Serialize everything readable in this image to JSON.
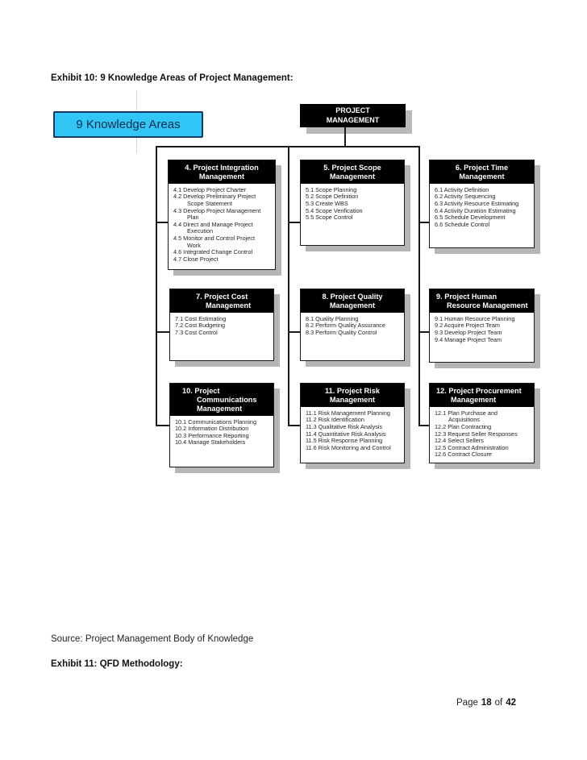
{
  "colors": {
    "accent_cyan": "#31c6f5",
    "callout_border": "#14395f",
    "header_bg": "#000000",
    "box_shadow_gray": "#b5b5b5",
    "connector_line": "#1a1a1a"
  },
  "page": {
    "title": "Exhibit 10: 9 Knowledge Areas of Project Management:",
    "source_note": "Source: Project Management Body of Knowledge",
    "next_exhibit_title": "Exhibit 11: QFD Methodology:",
    "footer": {
      "page_label": "Page",
      "current": "18",
      "of_label": "of",
      "total": "42"
    }
  },
  "diagram": {
    "callout_label": "9 Knowledge Areas",
    "root_title": "PROJECT\nMANAGEMENT",
    "boxes": [
      {
        "title": "4. Project Integration\nManagement",
        "items": [
          "4.1 Develop Project Charter",
          "4.2 Develop Preliminary Project\nScope Statement",
          "4.3 Develop Project Management\nPlan",
          "4.4 Direct and Manage Project\nExecution",
          "4.5 Monitor and Control Project\nWork",
          "4.6 Integrated Change Control",
          "4.7 Close Project"
        ]
      },
      {
        "title": "5. Project Scope\nManagement",
        "items": [
          "5.1 Scope Planning",
          "5.2 Scope Definition",
          "5.3 Create WBS",
          "5.4 Scope Verification",
          "5.5 Scope Control"
        ]
      },
      {
        "title": "6. Project Time\nManagement",
        "items": [
          "6.1 Activity Definition",
          "6.2 Activity Sequencing",
          "6.3 Activity Resource Estimating",
          "6.4 Activity Duration Estimating",
          "6.5 Schedule Development",
          "6.6 Schedule Control"
        ]
      },
      {
        "title": "7. Project Cost\nManagement",
        "items": [
          "7.1 Cost Estimating",
          "7.2 Cost Budgeting",
          "7.3 Cost Control"
        ]
      },
      {
        "title": "8. Project Quality\nManagement",
        "items": [
          "8.1 Quality Planning",
          "8.2 Perform Quality Assurance",
          "8.3 Perform Quality Control"
        ]
      },
      {
        "title": "9. Project Human\nResource Management",
        "items": [
          "9.1 Human Resource Planning",
          "9.2 Acquire Project Team",
          "9.3 Develop Project Team",
          "9.4 Manage Project Team"
        ]
      },
      {
        "title": "10. Project\nCommunications\nManagement",
        "items": [
          "10.1 Communications Planning",
          "10.2 Information Distribution",
          "10.3 Performance Reporting",
          "10.4 Manage Stakeholders"
        ]
      },
      {
        "title": "11. Project Risk\nManagement",
        "items": [
          "11.1 Risk Management Planning",
          "11.2 Risk Identification",
          "11.3 Qualitative Risk Analysis",
          "11.4 Quantitative Risk Analysis",
          "11.5 Risk Response Planning",
          "11.6 Risk Monitoring and Control"
        ]
      },
      {
        "title": "12. Project Procurement\nManagement",
        "items": [
          "12.1 Plan Purchase and\nAcquisitions",
          "12.2 Plan Contracting",
          "12.3 Request Seller Responses",
          "12.4 Select Sellers",
          "12.5 Contract Administration",
          "12.6 Contract Closure"
        ]
      }
    ]
  }
}
